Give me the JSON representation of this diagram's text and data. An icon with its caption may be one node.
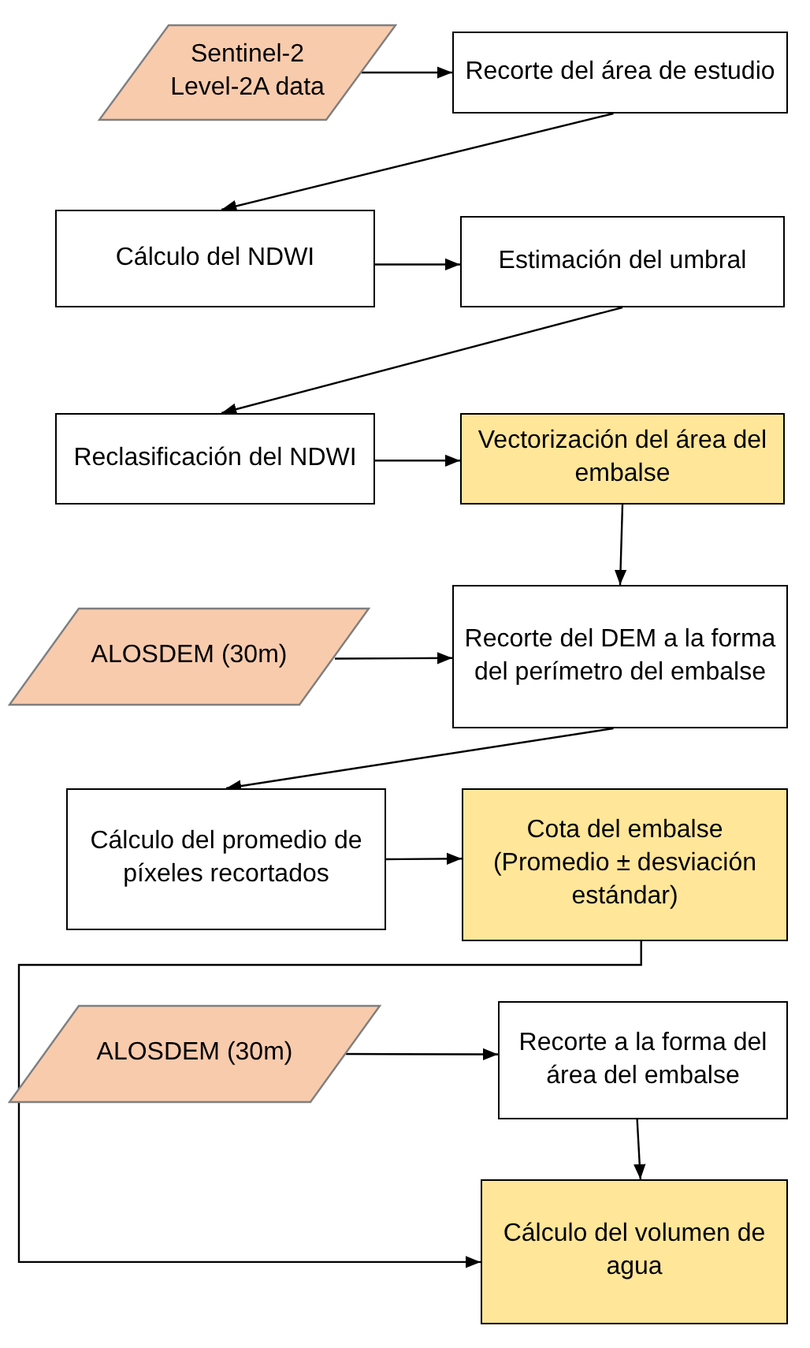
{
  "diagram": {
    "nodes": [
      {
        "text": [
          "Sentinel-2 Level-2A data"
        ]
      },
      {
        "text": [
          "Recorte del área de estudio"
        ]
      },
      {
        "text": [
          "Cálculo del NDWI"
        ]
      },
      {
        "text": [
          "Estimación del umbral"
        ]
      },
      {
        "text": [
          "Reclasificación del NDWI"
        ]
      },
      {
        "text": [
          "Vectorización del área del embalse"
        ]
      },
      {
        "text": [
          "Recorte del DEM a la forma del perímetro del embalse"
        ]
      },
      {
        "text": [
          "ALOSDEM (30m)"
        ]
      },
      {
        "text": [
          "Cálculo del promedio de píxeles recortados"
        ]
      },
      {
        "text": [
          "Cota del embalse (Promedio ± desviación estándar)"
        ]
      },
      {
        "text": [
          "ALOSDEM (30m)"
        ]
      },
      {
        "text": [
          "Recorte a la forma del área del embalse"
        ]
      },
      {
        "text": [
          "Cálculo del volumen de agua"
        ]
      }
    ],
    "edges": [
      {
        "from": 0,
        "to": 1,
        "arrow": "to"
      },
      {
        "from": 1,
        "to": 2,
        "arrow": "to"
      },
      {
        "from": 2,
        "to": 3,
        "arrow": "to"
      },
      {
        "from": 3,
        "to": 4,
        "arrow": "to"
      },
      {
        "from": 4,
        "to": 5,
        "arrow": "to"
      },
      {
        "from": 5,
        "to": 6,
        "arrow": "to"
      },
      {
        "from": 7,
        "to": 6,
        "arrow": "to"
      },
      {
        "from": 6,
        "to": 8,
        "arrow": "to"
      },
      {
        "from": 8,
        "to": 9,
        "arrow": "to"
      },
      {
        "from": 10,
        "to": 11,
        "arrow": "to"
      },
      {
        "from": 11,
        "to": 12,
        "arrow": "to"
      },
      {
        "from": 9,
        "to": 12,
        "arrow": "to"
      }
    ]
  }
}
